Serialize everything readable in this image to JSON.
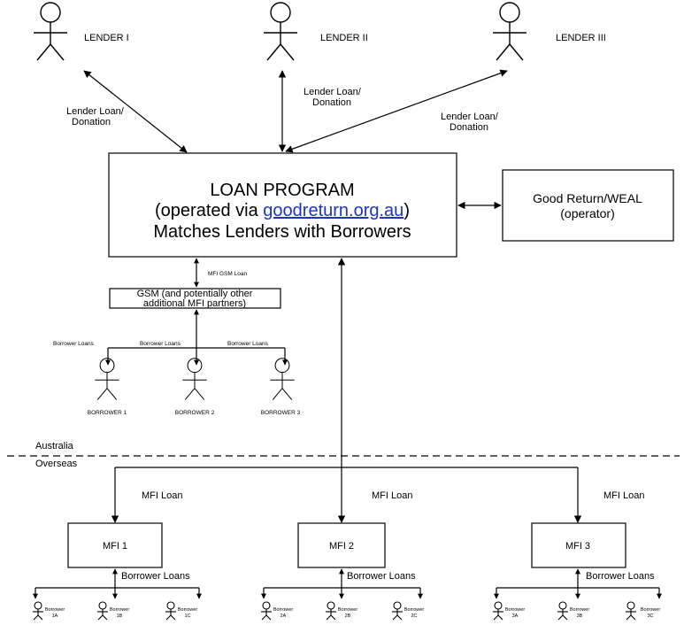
{
  "lenders": [
    {
      "label": "LENDER I"
    },
    {
      "label": "LENDER II"
    },
    {
      "label": "LENDER III"
    }
  ],
  "lender_edges": [
    {
      "line1": "Lender Loan/",
      "line2": "Donation"
    },
    {
      "line1": "Lender Loan/",
      "line2": "Donation"
    },
    {
      "line1": "Lender Loan/",
      "line2": "Donation"
    }
  ],
  "program": {
    "line1": "LOAN PROGRAM",
    "line2_prefix": "(operated via ",
    "link": "goodreturn.org.au",
    "line2_suffix": ")",
    "line3": "Matches Lenders with Borrowers"
  },
  "operator": {
    "line1": "Good Return/WEAL",
    "line2": "(operator)"
  },
  "gsm": {
    "edge_label": "MFI GSM Loan",
    "line1": "GSM (and potentially other",
    "line2": "additional MFI partners)",
    "loan_label": "Borrower Loans",
    "borrowers": [
      "BORROWER 1",
      "BORROWER 2",
      "BORROWER 3"
    ]
  },
  "regions": {
    "top": "Australia",
    "bottom": "Overseas"
  },
  "mfis": [
    {
      "label": "MFI 1",
      "loan_label": "MFI Loan",
      "borrower_loans": "Borrower Loans",
      "borrowers": [
        {
          "l1": "Borrower",
          "l2": "1A"
        },
        {
          "l1": "Borrower",
          "l2": "1B"
        },
        {
          "l1": "Borrower",
          "l2": "1C"
        }
      ]
    },
    {
      "label": "MFI 2",
      "loan_label": "MFI Loan",
      "borrower_loans": "Borrower Loans",
      "borrowers": [
        {
          "l1": "Borrower",
          "l2": "2A"
        },
        {
          "l1": "Borrower",
          "l2": "2B"
        },
        {
          "l1": "Borrower",
          "l2": "2C"
        }
      ]
    },
    {
      "label": "MFI 3",
      "loan_label": "MFI Loan",
      "borrower_loans": "Borrower Loans",
      "borrowers": [
        {
          "l1": "Borrower",
          "l2": "3A"
        },
        {
          "l1": "Borrower",
          "l2": "3B"
        },
        {
          "l1": "Borrower",
          "l2": "3C"
        }
      ]
    }
  ],
  "colors": {
    "line": "#000000",
    "link": "#1a35c8",
    "background": "#ffffff"
  }
}
